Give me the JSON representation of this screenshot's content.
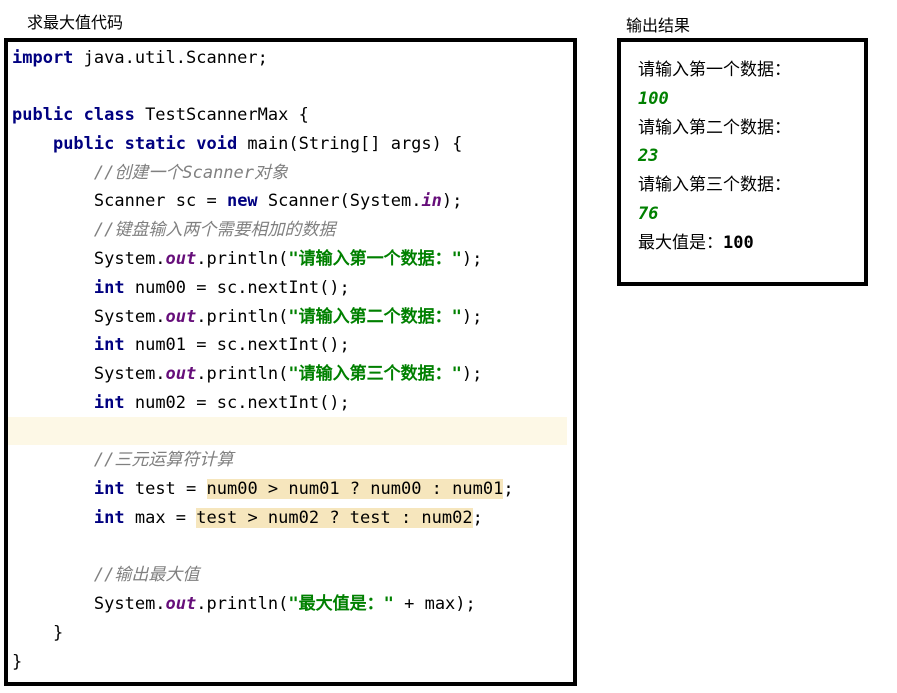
{
  "code_section_title": "求最大值代码",
  "output_section_title": "输出结果",
  "code": {
    "l1_kw": "import",
    "l1_rest": " java.util.Scanner;",
    "l3_kw": "public class",
    "l3_rest": " TestScannerMax {",
    "l4_indent": "    ",
    "l4_kw": "public static void",
    "l4_rest": " main(String[] args) {",
    "indent": "        ",
    "l5_comment": "//创建一个Scanner对象",
    "l6_a": "Scanner sc = ",
    "l6_kw": "new",
    "l6_b": " Scanner(System.",
    "l6_field": "in",
    "l6_c": ");",
    "l7_comment": "//键盘输入两个需要相加的数据",
    "sys": "System.",
    "out_field": "out",
    "println_open": ".println(",
    "close": ");",
    "l8_str": "\"请输入第一个数据：\"",
    "kw_int": "int",
    "l9_rest": " num00 = sc.nextInt();",
    "l10_str": "\"请输入第二个数据：\"",
    "l11_rest": " num01 = sc.nextInt();",
    "l12_str": "\"请输入第三个数据：\"",
    "l13_rest": " num02 = sc.nextInt();",
    "l15_comment": "//三元运算符计算",
    "l16_a": " test = ",
    "l16_hl": "num00 > num01 ? num00 : num01",
    "l16_b": ";",
    "l17_a": " max = ",
    "l17_hl": "test > num02 ? test : num02",
    "l17_b": ";",
    "l19_comment": "//输出最大值",
    "l20_str": "\"最大值是：\"",
    "l20_rest": " + max);",
    "l21": "    }",
    "l22": "}"
  },
  "output": {
    "prompt1": "请输入第一个数据：",
    "input1": "100",
    "prompt2": "请输入第二个数据：",
    "input2": "23",
    "prompt3": "请输入第三个数据：",
    "input3": "76",
    "result_label": "最大值是：",
    "result_value": "100"
  },
  "colors": {
    "keyword": "#000080",
    "string": "#008000",
    "comment": "#808080",
    "field": "#660e7a",
    "highlight": "#f6e6bd",
    "current_line": "#fdf8e6"
  }
}
